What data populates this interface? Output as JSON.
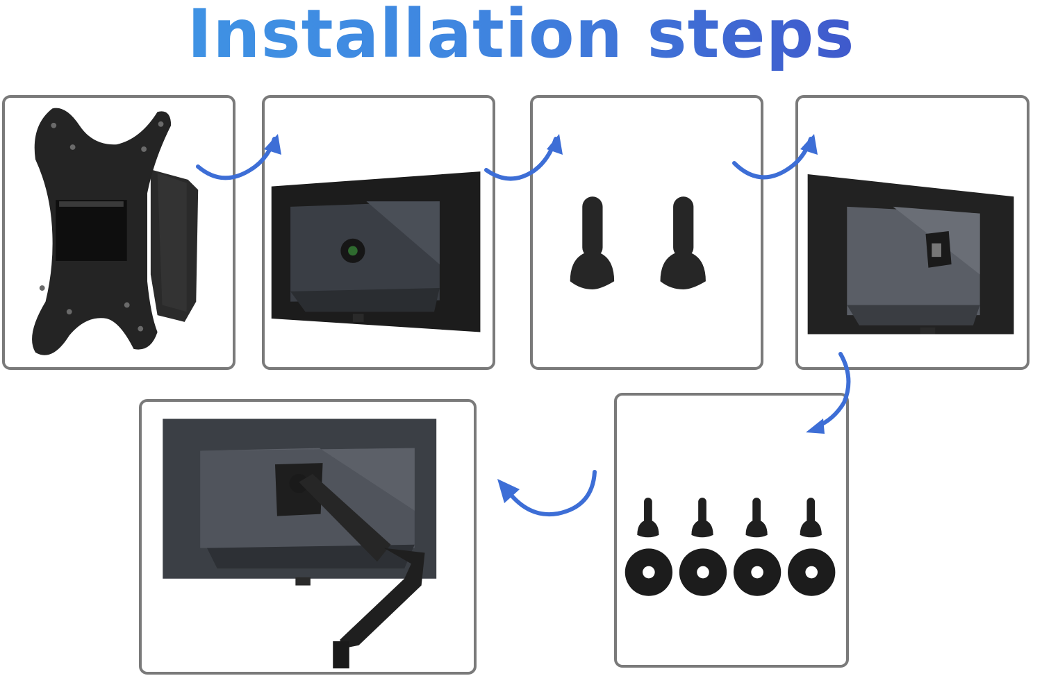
{
  "title": "Installation steps",
  "colors": {
    "title_gradient": [
      "#3f9ae6",
      "#3f44c2"
    ],
    "arrow": "#3d6ed6",
    "panel_border": "#7a7a7a",
    "hardware": "#222222"
  },
  "panels": [
    {
      "name": "adapter-bracket",
      "icon": "vesa-adapter-bracket"
    },
    {
      "name": "monitor-back",
      "icon": "monitor-rear"
    },
    {
      "name": "adapter-screws",
      "icon": "screws-pair"
    },
    {
      "name": "monitor-with-adapter",
      "icon": "monitor-rear-with-bracket"
    },
    {
      "name": "screws-and-washers",
      "icon": "screws-washers"
    },
    {
      "name": "monitor-on-arm",
      "icon": "monitor-arm-mounted"
    }
  ]
}
